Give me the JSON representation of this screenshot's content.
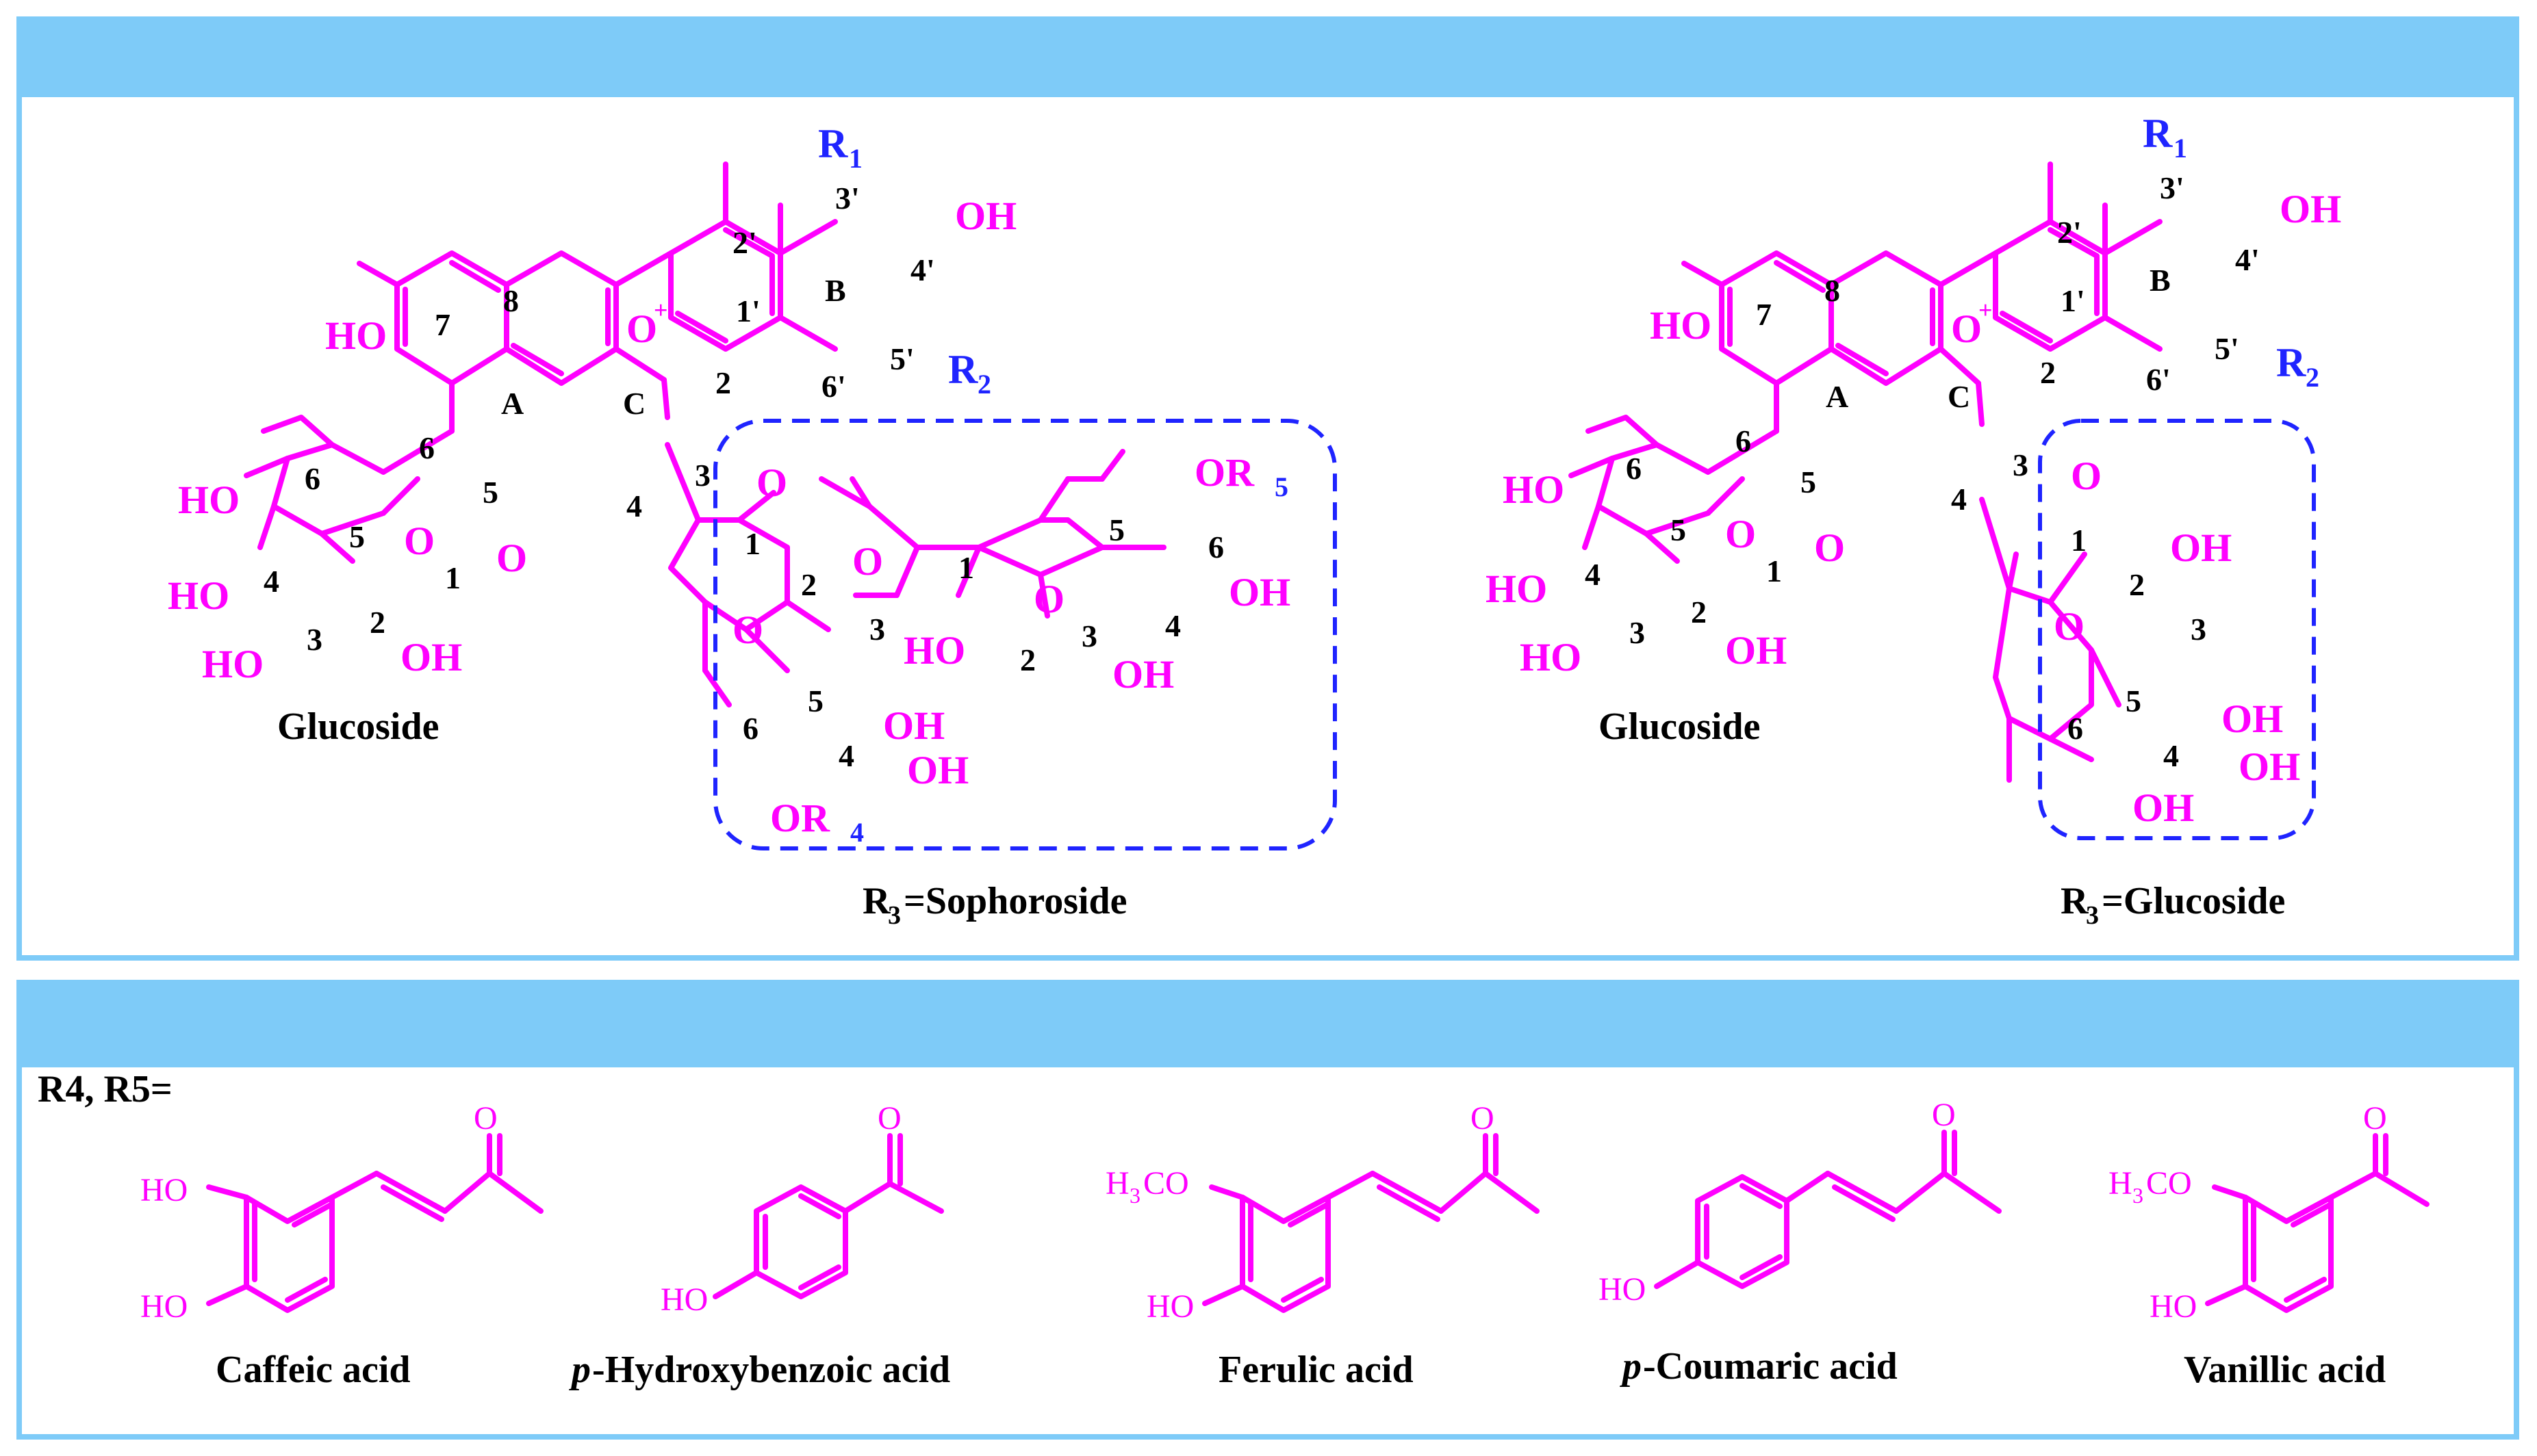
{
  "colors": {
    "structure": "#ff00ff",
    "substituent": "#1f24ff",
    "box": "#1f24ff",
    "frame": "#7ecbf8"
  },
  "left_structure": {
    "ring_labels": {
      "A": "A",
      "B": "B",
      "C": "C"
    },
    "oplus": "O",
    "plus": "+",
    "R1": "R",
    "R1_sub": "1",
    "R2": "R",
    "R2_sub": "2",
    "OH_4p": "OH",
    "HO_7": "HO",
    "pos": {
      "p2p": "2'",
      "p3p": "3'",
      "p4p": "4'",
      "p5p": "5'",
      "p6p": "6'",
      "p1p": "1'",
      "p2": "2",
      "p3": "3",
      "p4": "4",
      "p5": "5",
      "p6": "6",
      "p7": "7",
      "p8": "8"
    },
    "glucoside": {
      "label": "Glucoside",
      "HO6": "HO",
      "HO4": "HO",
      "HO3": "HO",
      "OH2": "OH",
      "n6": "6",
      "n5": "5",
      "n4": "4",
      "n3": "3",
      "n2": "2",
      "n1": "1",
      "O": "O",
      "Olink": "O"
    },
    "sophoroside": {
      "caption_R": "R",
      "caption_sub": "3",
      "caption_rest": "=Sophoroside",
      "O_link": "O",
      "ring1_O": "O",
      "bridge_O": "O",
      "ring2_O": "O",
      "OR5": "OR",
      "R5_sub": "5",
      "OR4": "OR",
      "R4_sub": "4",
      "OH_a": "OH",
      "OH_b": "OH",
      "OH_c": "OH",
      "OH_d": "OH",
      "HO_e": "HO",
      "n1": "1",
      "n2": "2",
      "n3": "3",
      "n4": "4",
      "n5": "5",
      "n6": "6",
      "m1": "1",
      "m2": "2",
      "m3": "3",
      "m4": "4",
      "m5": "5",
      "m6": "6"
    }
  },
  "right_structure": {
    "ring_labels": {
      "A": "A",
      "B": "B",
      "C": "C"
    },
    "oplus": "O",
    "plus": "+",
    "R1": "R",
    "R1_sub": "1",
    "R2": "R",
    "R2_sub": "2",
    "OH_4p": "OH",
    "HO_7": "HO",
    "pos": {
      "p2p": "2'",
      "p3p": "3'",
      "p4p": "4'",
      "p5p": "5'",
      "p6p": "6'",
      "p1p": "1'",
      "p2": "2",
      "p3": "3",
      "p4": "4",
      "p5": "5",
      "p6": "6",
      "p7": "7",
      "p8": "8"
    },
    "glucoside": {
      "label": "Glucoside",
      "HO6": "HO",
      "HO4": "HO",
      "HO3": "HO",
      "OH2": "OH",
      "n6": "6",
      "n5": "5",
      "n4": "4",
      "n3": "3",
      "n2": "2",
      "n1": "1",
      "O": "O",
      "Olink": "O"
    },
    "glucoside3": {
      "caption_R": "R",
      "caption_sub": "3",
      "caption_rest": "=Glucoside",
      "O_link": "O",
      "ring_O": "O",
      "OH2": "OH",
      "OH3": "OH",
      "OH4": "OH",
      "OH6": "OH",
      "n1": "1",
      "n2": "2",
      "n3": "3",
      "n4": "4",
      "n5": "5",
      "n6": "6"
    }
  },
  "acyl_header": "R4, R5=",
  "acids": [
    {
      "name": "Caffeic acid",
      "subs": [
        "HO",
        "HO"
      ],
      "O": "O"
    },
    {
      "name_prefix": "p",
      "name": " -Hydroxybenzoic acid",
      "subs": [
        "HO"
      ],
      "O": "O"
    },
    {
      "name": "Ferulic acid",
      "subs": [
        "H",
        "3",
        "CO",
        "HO"
      ],
      "O": "O"
    },
    {
      "name_prefix": "p",
      "name": " -Coumaric acid",
      "subs": [
        "HO"
      ],
      "O": "O"
    },
    {
      "name": "Vanillic acid",
      "subs": [
        "H",
        "3",
        "CO",
        "HO"
      ],
      "O": "O"
    }
  ]
}
